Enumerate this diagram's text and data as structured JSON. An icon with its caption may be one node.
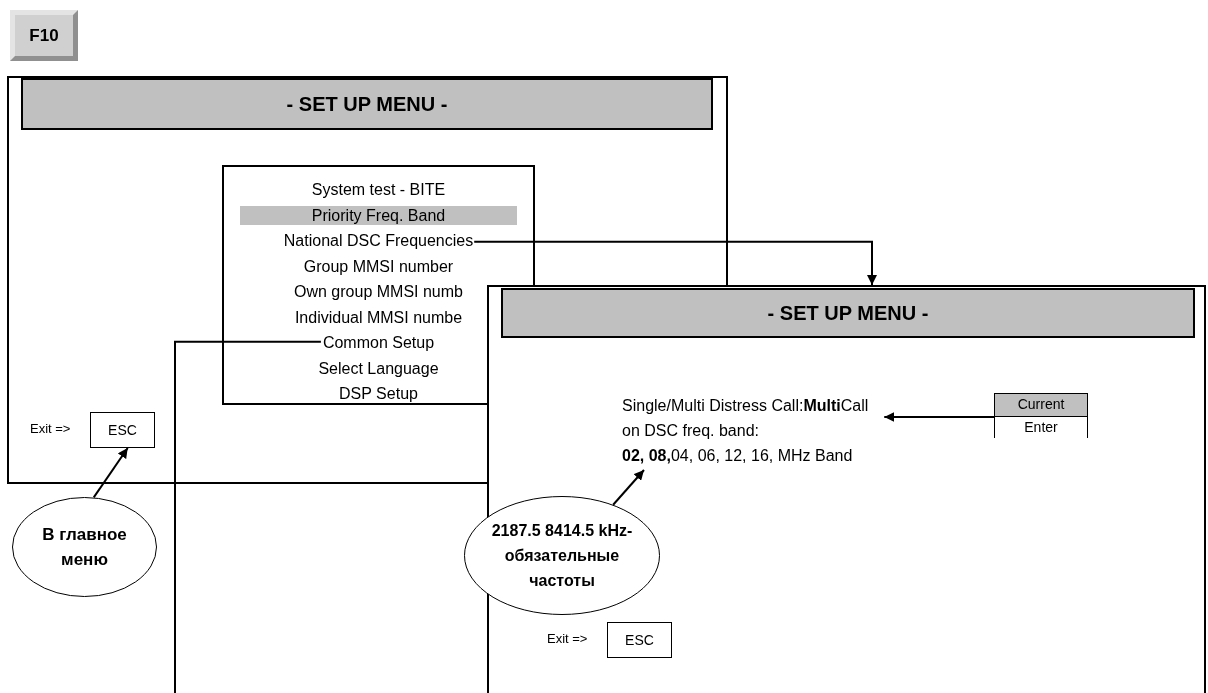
{
  "diagram": {
    "nodes": [
      {
        "text": [
          "F10"
        ]
      },
      {
        "text": [
          "- SET UP MENU -"
        ]
      },
      {
        "text": [],
        "shape": "box",
        "in": 1
      },
      {
        "text": [
          "System test  -  BITE"
        ],
        "in": 2
      },
      {
        "text": [
          "Priority Freq. Band"
        ],
        "in": 2
      },
      {
        "text": [
          "National DSC Frequencies"
        ],
        "in": 2
      },
      {
        "text": [
          "Group MMSI number"
        ],
        "in": 2
      },
      {
        "text": [
          "Own group MMSI numb"
        ],
        "in": 2
      },
      {
        "text": [
          "Individual MMSI numbe"
        ],
        "in": 2
      },
      {
        "text": [
          "Common Setup"
        ],
        "in": 2
      },
      {
        "text": [
          "Select Language"
        ],
        "in": 2
      },
      {
        "text": [
          "DSP Setup"
        ],
        "in": 2
      },
      {
        "text": [
          "ESC"
        ],
        "beside": [
          "Exit =>"
        ],
        "in": 1
      },
      {
        "text": [
          "В главное меню"
        ]
      },
      {
        "text": [
          "- SET UP MENU -"
        ]
      },
      {
        "text": [
          "Single/Multi Distress Call:**Multi**Call",
          "on DSC freq. band:",
          "**02, 08,**04, 06, 12, 16, MHz Band"
        ],
        "in": 14
      },
      {
        "text": [
          "Current",
          "Enter"
        ],
        "in": 14
      },
      {
        "text": [
          "2187.5 8414.5 kHz- обязательные частоты"
        ]
      },
      {
        "text": [
          "ESC"
        ],
        "beside": [
          "Exit =>"
        ],
        "in": 14
      }
    ],
    "edges": [
      {
        "from": 13,
        "to": 12,
        "arrow": "to"
      },
      {
        "from": 5,
        "to": 14,
        "arrow": "to"
      },
      {
        "from": 9,
        "to": null,
        "arrow": "none"
      },
      {
        "from": 17,
        "to": 15,
        "arrow": "to"
      },
      {
        "from": 16,
        "to": 15,
        "arrow": "to"
      }
    ]
  }
}
